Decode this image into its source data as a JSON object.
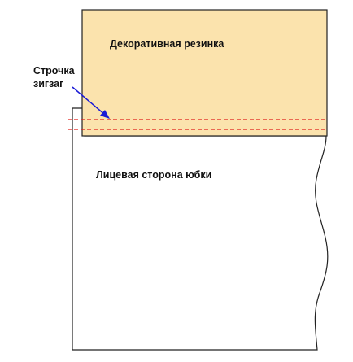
{
  "labels": {
    "elastic": "Декоративная резинка",
    "stitch_line1": "Строчка",
    "stitch_line2": "зигзаг",
    "skirt_face": "Лицевая сторона юбки"
  },
  "colors": {
    "elastic_fill": "#fbe3ad",
    "outline": "#222222",
    "stitch": "#e0201c",
    "arrow": "#1a1ad6"
  }
}
